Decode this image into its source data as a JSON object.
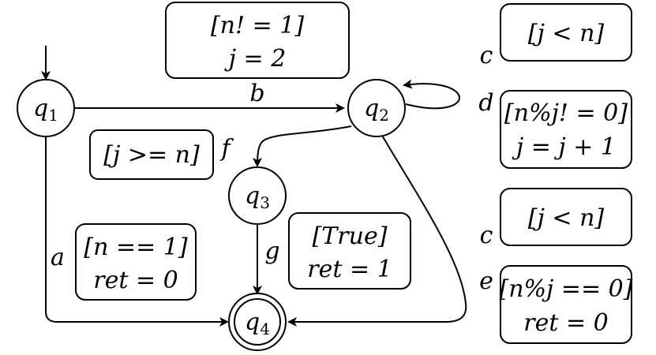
{
  "states": {
    "q1": {
      "name": "q",
      "sub": "1"
    },
    "q2": {
      "name": "q",
      "sub": "2"
    },
    "q3": {
      "name": "q",
      "sub": "3"
    },
    "q4": {
      "name": "q",
      "sub": "4"
    }
  },
  "edges": {
    "a": "a",
    "b": "b",
    "d": "d",
    "f": "f",
    "g": "g",
    "c1": "c",
    "c2": "c",
    "e": "e"
  },
  "boxes": {
    "b_guard": {
      "line1": "[n! = 1]",
      "line2": "j = 2"
    },
    "f_guard": {
      "line1": "[j >= n]"
    },
    "a_guard": {
      "line1": "[n == 1]",
      "line2": "ret = 0"
    },
    "g_guard": {
      "line1": "[True]",
      "line2": "ret = 1"
    },
    "c1_guard": {
      "line1": "[j < n]"
    },
    "d_guard": {
      "line1": "[n%j! = 0]",
      "line2": "j = j + 1"
    },
    "c2_guard": {
      "line1": "[j < n]"
    },
    "e_guard": {
      "line1": "[n%j == 0]",
      "line2": "ret = 0"
    }
  }
}
